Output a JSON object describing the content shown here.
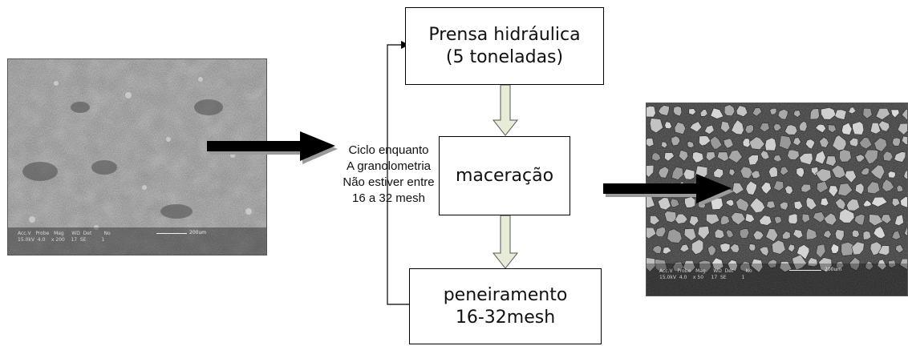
{
  "left_image": {
    "meta_line1": "Acc.V   Probe   Mag     WD  Det        No",
    "meta_line2": "15.0kV  4.0    x 200    17  SE          1",
    "scale_text": "200um"
  },
  "right_image": {
    "meta_line1": "Acc.V   Probe   Mag     WD  Det        No",
    "meta_line2": "15.0kV  4.0    x 50     17  SE          1",
    "scale_text": "200um"
  },
  "boxes": {
    "press": {
      "line1": "Prensa hidráulica",
      "line2": "(5 toneladas)"
    },
    "maceration": {
      "label": "maceração"
    },
    "sieving": {
      "line1": "peneiramento",
      "line2": "16-32mesh"
    }
  },
  "cycle_text": {
    "line1": "Ciclo enquanto",
    "line2": "A granolometria",
    "line3": "Não estiver entre",
    "line4": "16 a 32 mesh"
  },
  "colors": {
    "box_border": "#000000",
    "hollow_arrow_fill": "#e6ecd8",
    "block_arrow": "#000000"
  }
}
